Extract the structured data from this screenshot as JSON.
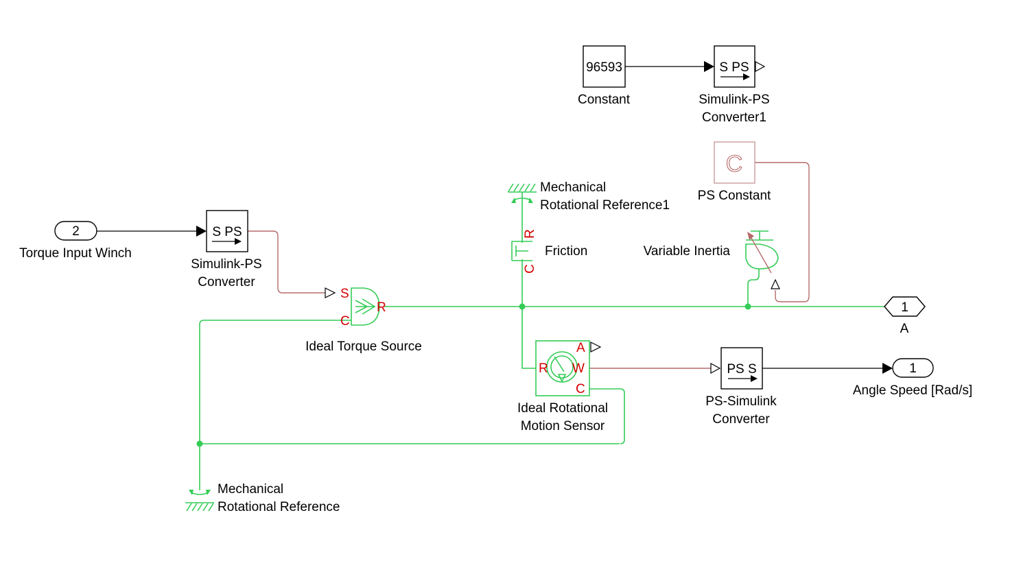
{
  "blocks": {
    "constant": {
      "value": "96593",
      "label": "Constant"
    },
    "sps_converter1": {
      "text": "S PS",
      "label_line1": "Simulink-PS",
      "label_line2": "Converter1"
    },
    "ps_constant": {
      "glyph": "C",
      "label": "PS Constant"
    },
    "mech_ref1": {
      "label_line1": "Mechanical",
      "label_line2": "Rotational Reference1"
    },
    "friction": {
      "label": "Friction",
      "port_top": "R",
      "port_bottom": "C"
    },
    "variable_inertia": {
      "label": "Variable Inertia"
    },
    "torque_inport": {
      "number": "2",
      "label": "Torque Input Winch"
    },
    "sps_converter": {
      "text": "S PS",
      "label_line1": "Simulink-PS",
      "label_line2": "Converter"
    },
    "torque_source": {
      "label": "Ideal Torque Source",
      "port_s": "S",
      "port_c": "C",
      "port_r": "R"
    },
    "outport_a": {
      "number": "1",
      "label": "A"
    },
    "motion_sensor": {
      "label_line1": "Ideal Rotational",
      "label_line2": "Motion Sensor",
      "port_a": "A",
      "port_r": "R",
      "port_w": "W",
      "port_c": "C"
    },
    "pss_converter": {
      "text": "PS S",
      "label_line1": "PS-Simulink",
      "label_line2": "Converter"
    },
    "angle_outport": {
      "number": "1",
      "label": "Angle Speed [Rad/s]"
    },
    "mech_ref": {
      "label_line1": "Mechanical",
      "label_line2": "Rotational Reference"
    }
  },
  "colors": {
    "mechanical_line": "#33cc55",
    "physical_signal_line": "#b56a6a",
    "port_label": "#d40000",
    "signal_line": "#000000"
  }
}
